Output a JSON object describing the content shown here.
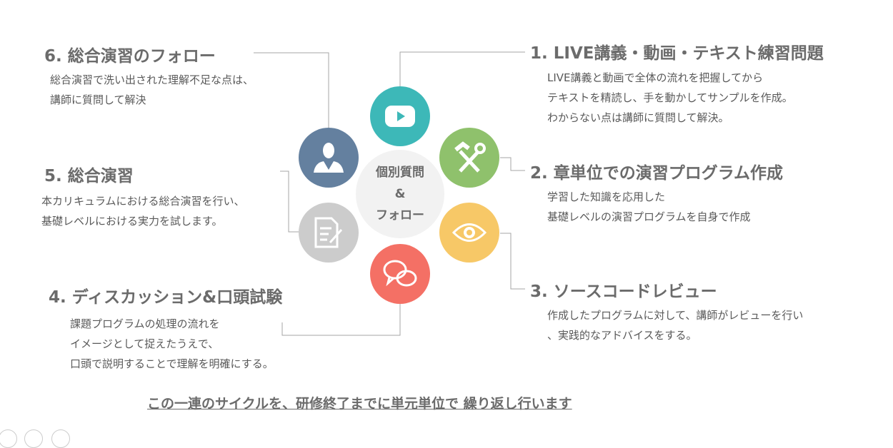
{
  "center": {
    "line1": "個別質問",
    "line2": "&",
    "line3": "フォロー"
  },
  "steps": [
    {
      "title": "1. LIVE講義・動画・テキスト練習問題",
      "desc": [
        "LIVE講義と動画で全体の流れを把握してから",
        "テキストを精読し、手を動かしてサンプルを作成。",
        "わからない点は講師に質問して解決。"
      ],
      "icon": "video-play-icon",
      "color": "#3db8b8"
    },
    {
      "title": "2. 章単位での演習プログラム作成",
      "desc": [
        "学習した知識を応用した",
        "基礎レベルの演習プログラムを自身で作成"
      ],
      "icon": "hammer-wrench-icon",
      "color": "#8fc16c"
    },
    {
      "title": "3. ソースコードレビュー",
      "desc": [
        "作成したプログラムに対して、講師がレビューを行い",
        "、実践的なアドバイスをする。"
      ],
      "icon": "eye-icon",
      "color": "#f7c867"
    },
    {
      "title": "4. ディスカッション&口頭試験",
      "desc": [
        "課題プログラムの処理の流れを",
        "イメージとして捉えたうえで、",
        "口頭で説明することで理解を明確にする。"
      ],
      "icon": "chat-bubbles-icon",
      "color": "#f47065"
    },
    {
      "title": "5. 総合演習",
      "desc": [
        "本カリキュラムにおける総合演習を行い、",
        "基礎レベルにおける実力を試します。"
      ],
      "icon": "document-pen-icon",
      "color": "#cccccc"
    },
    {
      "title": "6. 総合演習のフォロー",
      "desc": [
        "総合演習で洗い出された理解不足な点は、",
        "講師に質問して解決"
      ],
      "icon": "person-icon",
      "color": "#64809f"
    }
  ],
  "footer": "この一連のサイクルを、研修終了までに単元単位で 繰り返し行います"
}
